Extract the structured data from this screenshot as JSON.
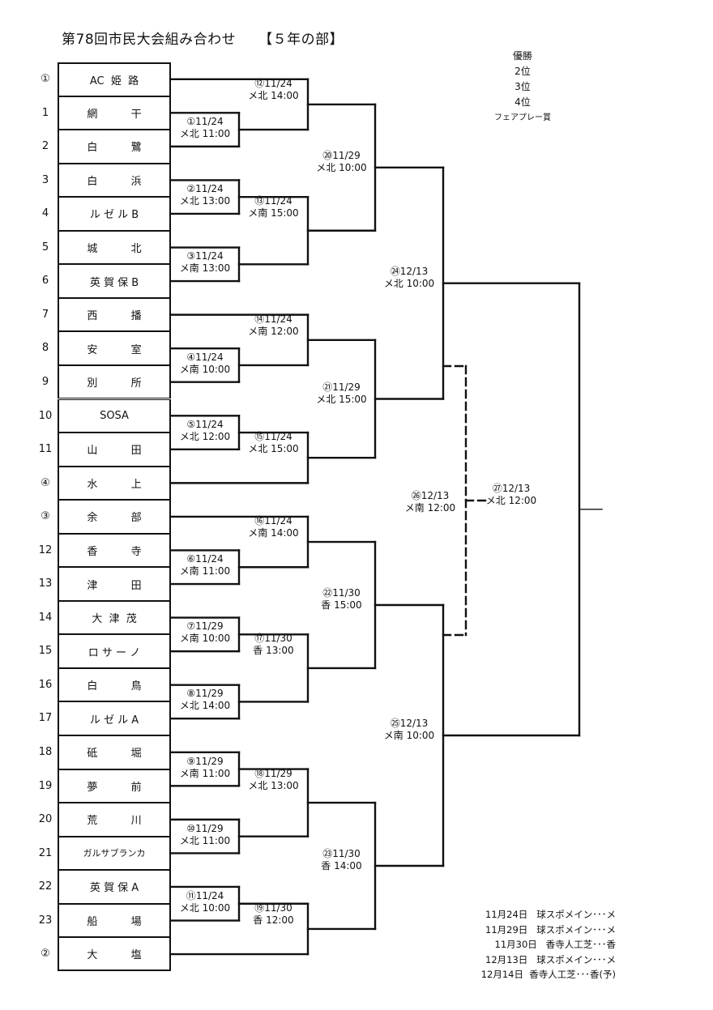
{
  "title": "第78回市民大会組み合わせ",
  "subtitle": "【５年の部】",
  "awards": [
    "優勝",
    "2位",
    "3位",
    "4位"
  ],
  "fair_play_award": "フェアプレー賞",
  "teams": [
    {
      "seed": "①",
      "name": "AC  姫  路"
    },
    {
      "seed": "1",
      "name": "網          干"
    },
    {
      "seed": "2",
      "name": "白          鷺"
    },
    {
      "seed": "3",
      "name": "白          浜"
    },
    {
      "seed": "4",
      "name": "ル ゼ ル B"
    },
    {
      "seed": "5",
      "name": "城          北"
    },
    {
      "seed": "6",
      "name": "英 賀 保 B"
    },
    {
      "seed": "7",
      "name": "西          播"
    },
    {
      "seed": "8",
      "name": "安          室"
    },
    {
      "seed": "9",
      "name": "別          所"
    },
    {
      "seed": "10",
      "name": "SOSA"
    },
    {
      "seed": "11",
      "name": "山          田"
    },
    {
      "seed": "④",
      "name": "水          上"
    },
    {
      "seed": "③",
      "name": "余          部"
    },
    {
      "seed": "12",
      "name": "香          寺"
    },
    {
      "seed": "13",
      "name": "津          田"
    },
    {
      "seed": "14",
      "name": "大  津  茂"
    },
    {
      "seed": "15",
      "name": "ロ サ ー ノ"
    },
    {
      "seed": "16",
      "name": "白          鳥"
    },
    {
      "seed": "17",
      "name": "ル ゼ ル A"
    },
    {
      "seed": "18",
      "name": "砥          堀"
    },
    {
      "seed": "19",
      "name": "夢          前"
    },
    {
      "seed": "20",
      "name": "荒          川"
    },
    {
      "seed": "21",
      "name": "ガルサブランカ",
      "small": true
    },
    {
      "seed": "22",
      "name": "英 賀 保 A"
    },
    {
      "seed": "23",
      "name": "船          場"
    },
    {
      "seed": "②",
      "name": "大          塩"
    }
  ],
  "matches": [
    {
      "id": "m1",
      "no": "①",
      "date": "11/24",
      "place": "メ北 11:00",
      "round": 1,
      "a": {
        "row": 1
      },
      "b": {
        "row": 2
      }
    },
    {
      "id": "m2",
      "no": "②",
      "date": "11/24",
      "place": "メ北 13:00",
      "round": 1,
      "a": {
        "row": 3
      },
      "b": {
        "row": 4
      }
    },
    {
      "id": "m3",
      "no": "③",
      "date": "11/24",
      "place": "メ南  13:00",
      "round": 1,
      "a": {
        "row": 5
      },
      "b": {
        "row": 6
      }
    },
    {
      "id": "m4",
      "no": "④",
      "date": "11/24",
      "place": "メ南 10:00",
      "round": 1,
      "a": {
        "row": 8
      },
      "b": {
        "row": 9
      }
    },
    {
      "id": "m5",
      "no": "⑤",
      "date": "11/24",
      "place": "メ北  12:00",
      "round": 1,
      "a": {
        "row": 10
      },
      "b": {
        "row": 11
      }
    },
    {
      "id": "m6",
      "no": "⑥",
      "date": "11/24",
      "place": "メ南  11:00",
      "round": 1,
      "a": {
        "row": 14
      },
      "b": {
        "row": 15
      }
    },
    {
      "id": "m7",
      "no": "⑦",
      "date": "11/29",
      "place": "メ南 10:00",
      "round": 1,
      "a": {
        "row": 16
      },
      "b": {
        "row": 17
      }
    },
    {
      "id": "m8",
      "no": "⑧",
      "date": "11/29",
      "place": "メ北 14:00",
      "round": 1,
      "a": {
        "row": 18
      },
      "b": {
        "row": 19
      }
    },
    {
      "id": "m9",
      "no": "⑨",
      "date": "11/29",
      "place": "メ南 11:00",
      "round": 1,
      "a": {
        "row": 20
      },
      "b": {
        "row": 21
      }
    },
    {
      "id": "m10",
      "no": "⑩",
      "date": "11/29",
      "place": "メ北 11:00",
      "round": 1,
      "a": {
        "row": 22
      },
      "b": {
        "row": 23
      }
    },
    {
      "id": "m11",
      "no": "⑪",
      "date": "11/24",
      "place": "メ北 10:00",
      "round": 1,
      "a": {
        "row": 24
      },
      "b": {
        "row": 25
      }
    },
    {
      "id": "m12",
      "no": "⑫",
      "date": "11/24",
      "place": "メ北 14:00",
      "round": 2,
      "a": {
        "row": 0
      },
      "b": {
        "match": "m1"
      }
    },
    {
      "id": "m13",
      "no": "⑬",
      "date": "11/24",
      "place": "メ南 15:00",
      "round": 2,
      "a": {
        "match": "m2"
      },
      "b": {
        "match": "m3"
      }
    },
    {
      "id": "m14",
      "no": "⑭",
      "date": "11/24",
      "place": "メ南  12:00",
      "round": 2,
      "a": {
        "row": 7
      },
      "b": {
        "match": "m4"
      }
    },
    {
      "id": "m15",
      "no": "⑮",
      "date": "11/24",
      "place": "メ北 15:00",
      "round": 2,
      "a": {
        "match": "m5"
      },
      "b": {
        "row": 12
      }
    },
    {
      "id": "m16",
      "no": "⑯",
      "date": "11/24",
      "place": "メ南 14:00",
      "round": 2,
      "a": {
        "row": 13
      },
      "b": {
        "match": "m6"
      }
    },
    {
      "id": "m17",
      "no": "⑰",
      "date": "11/30",
      "place": "香 13:00",
      "round": 2,
      "a": {
        "match": "m7"
      },
      "b": {
        "match": "m8"
      }
    },
    {
      "id": "m18",
      "no": "⑱",
      "date": "11/29",
      "place": "メ北 13:00",
      "round": 2,
      "a": {
        "match": "m9"
      },
      "b": {
        "match": "m10"
      }
    },
    {
      "id": "m19",
      "no": "⑲",
      "date": "11/30",
      "place": "香 12:00",
      "round": 2,
      "a": {
        "match": "m11"
      },
      "b": {
        "row": 26
      }
    },
    {
      "id": "m20",
      "no": "⑳",
      "date": "11/29",
      "place": "メ北  10:00",
      "round": 3,
      "a": {
        "match": "m12"
      },
      "b": {
        "match": "m13"
      }
    },
    {
      "id": "m21",
      "no": "㉑",
      "date": "11/29",
      "place": "メ北 15:00",
      "round": 3,
      "a": {
        "match": "m14"
      },
      "b": {
        "match": "m15"
      }
    },
    {
      "id": "m22",
      "no": "㉒",
      "date": "11/30",
      "place": "香 15:00",
      "round": 3,
      "a": {
        "match": "m16"
      },
      "b": {
        "match": "m17"
      }
    },
    {
      "id": "m23",
      "no": "㉓",
      "date": "11/30",
      "place": "香 14:00",
      "round": 3,
      "a": {
        "match": "m18"
      },
      "b": {
        "match": "m19"
      }
    },
    {
      "id": "m24",
      "no": "㉔",
      "date": "12/13",
      "place": "メ北 10:00",
      "round": 4,
      "a": {
        "match": "m20"
      },
      "b": {
        "match": "m21"
      }
    },
    {
      "id": "m25",
      "no": "㉕",
      "date": "12/13",
      "place": "メ南 10:00",
      "round": 4,
      "a": {
        "match": "m22"
      },
      "b": {
        "match": "m23"
      }
    },
    {
      "id": "m27",
      "no": "㉗",
      "date": "12/13",
      "place": "メ北 12:00",
      "round": 5,
      "a": {
        "match": "m24"
      },
      "b": {
        "match": "m25"
      }
    }
  ],
  "third_place_match": {
    "id": "m26",
    "no": "㉖",
    "date": "12/13",
    "place": "メ南 12:00",
    "between": [
      "m24",
      "m25"
    ]
  },
  "venue_legend": [
    "11月24日   球スポメイン･･･メ",
    "11月29日   球スポメイン･･･メ",
    "11月30日   香寺人工芝･･･香",
    "12月13日   球スポメイン･･･メ",
    "12月14日  香寺人工芝･･･香(予)"
  ]
}
